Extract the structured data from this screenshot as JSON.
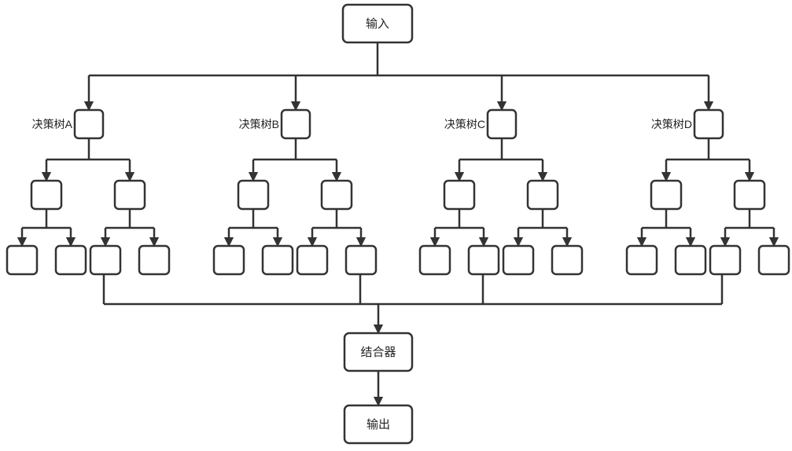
{
  "nodes": {
    "input_label": "输入",
    "combiner_label": "结合器",
    "output_label": "输出"
  },
  "trees": [
    {
      "name": "决策树A"
    },
    {
      "name": "决策树B"
    },
    {
      "name": "决策树C"
    },
    {
      "name": "决策树D"
    }
  ],
  "colors": {
    "stroke": "#333333",
    "background": "#ffffff"
  }
}
